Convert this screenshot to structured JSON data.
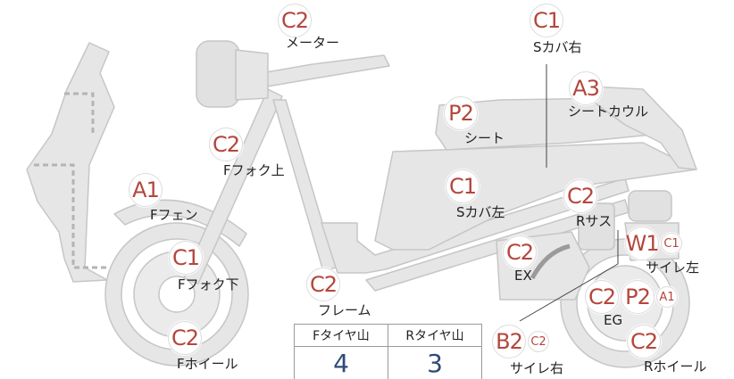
{
  "markers": [
    {
      "id": "meter",
      "codes": [
        "C2"
      ],
      "label": "メーター"
    },
    {
      "id": "s-cover-right",
      "codes": [
        "C1"
      ],
      "label": "Sカバ右"
    },
    {
      "id": "seat-cowl",
      "codes": [
        "A3"
      ],
      "label": "シートカウル"
    },
    {
      "id": "seat",
      "codes": [
        "P2"
      ],
      "label": "シート"
    },
    {
      "id": "f-fork-upper",
      "codes": [
        "C2"
      ],
      "label": "Fフォク上"
    },
    {
      "id": "f-fender",
      "codes": [
        "A1"
      ],
      "label": "Fフェン"
    },
    {
      "id": "s-cover-left",
      "codes": [
        "C1"
      ],
      "label": "Sカバ左"
    },
    {
      "id": "r-suspension",
      "codes": [
        "C2"
      ],
      "label": "Rサス"
    },
    {
      "id": "muffler-left",
      "codes": [
        "W1",
        "C1"
      ],
      "label": "サイレ左"
    },
    {
      "id": "ex",
      "codes": [
        "C2"
      ],
      "label": "EX"
    },
    {
      "id": "f-fork-lower",
      "codes": [
        "C1"
      ],
      "label": "Fフォク下"
    },
    {
      "id": "frame",
      "codes": [
        "C2"
      ],
      "label": "フレーム"
    },
    {
      "id": "eg",
      "codes": [
        "C2",
        "P2",
        "A1"
      ],
      "label": "EG"
    },
    {
      "id": "f-wheel",
      "codes": [
        "C2"
      ],
      "label": "Fホイール"
    },
    {
      "id": "muffler-right",
      "codes": [
        "B2",
        "C2"
      ],
      "label": "サイレ右"
    },
    {
      "id": "r-wheel",
      "codes": [
        "C2"
      ],
      "label": "Rホイール"
    }
  ],
  "tire_table": {
    "front_header": "Fタイヤ山",
    "rear_header": "Rタイヤ山",
    "front_value": "4",
    "rear_value": "3"
  },
  "colors": {
    "grade_code": "#b4463c",
    "tire_value": "#2f4a7a",
    "part_fill": "#e6e6e6",
    "part_stroke": "#c8c8c8"
  }
}
